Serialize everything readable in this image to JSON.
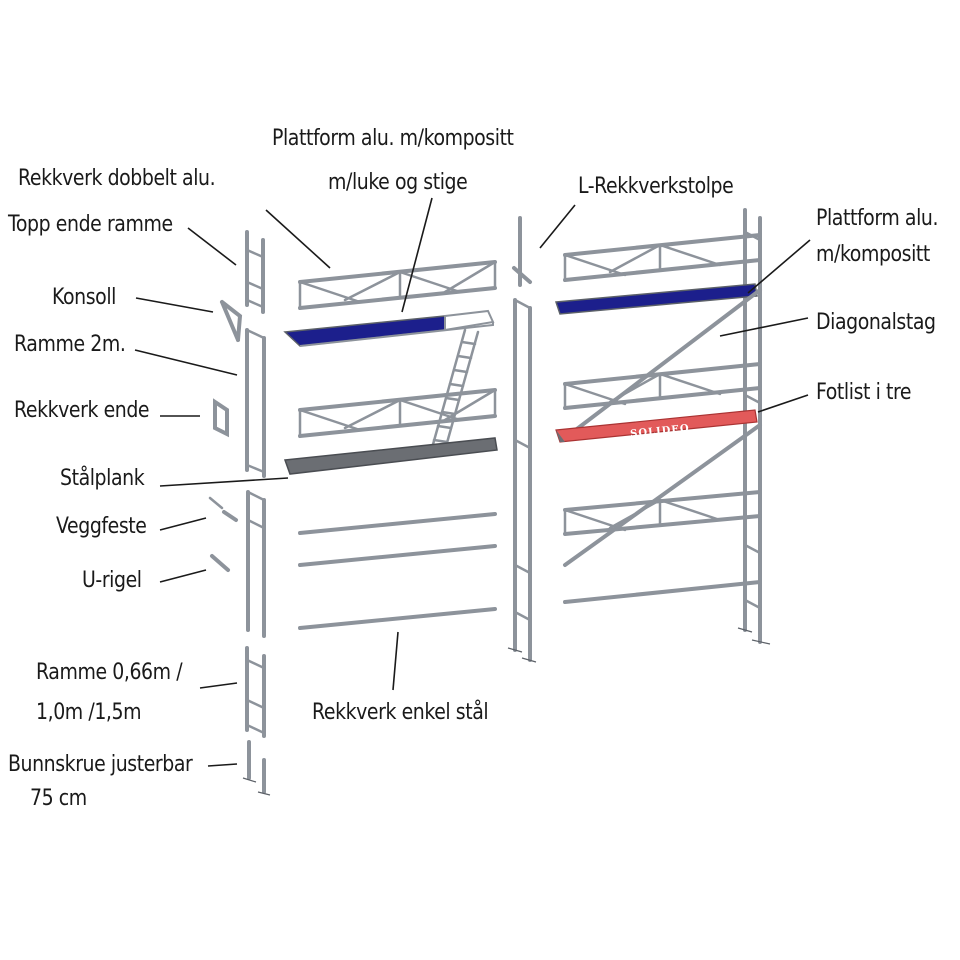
{
  "colors": {
    "steel": "#8d939b",
    "blue_platform": "#1c1f8c",
    "steel_plank": "#6b6e73",
    "toeboard": "#e25a5a"
  },
  "labels": {
    "rekkverk_dobbelt": "Rekkverk dobbelt alu.",
    "topp_ende_ramme": "Topp ende ramme",
    "konsoll": "Konsoll",
    "ramme_2m": "Ramme 2m.",
    "rekkverk_ende": "Rekkverk ende",
    "staalplank": "Stålplank",
    "veggfeste": "Veggfeste",
    "u_rigel": "U-rigel",
    "ramme_small_1": "Ramme 0,66m /",
    "ramme_small_2": "1,0m /1,5m",
    "bunnskrue_1": "Bunnskrue justerbar",
    "bunnskrue_2": "75 cm",
    "plattform_luke_1": "Plattform alu. m/kompositt",
    "plattform_luke_2": "m/luke og stige",
    "l_rekkverkstolpe": "L-Rekkverkstolpe",
    "plattform_komp_1": "Plattform alu.",
    "plattform_komp_2": "m/kompositt",
    "diagonalstag": "Diagonalstag",
    "fotlist": "Fotlist i tre",
    "rekkverk_enkel": "Rekkverk enkel stål"
  },
  "toeboard_logo": "SOLIDEQ"
}
